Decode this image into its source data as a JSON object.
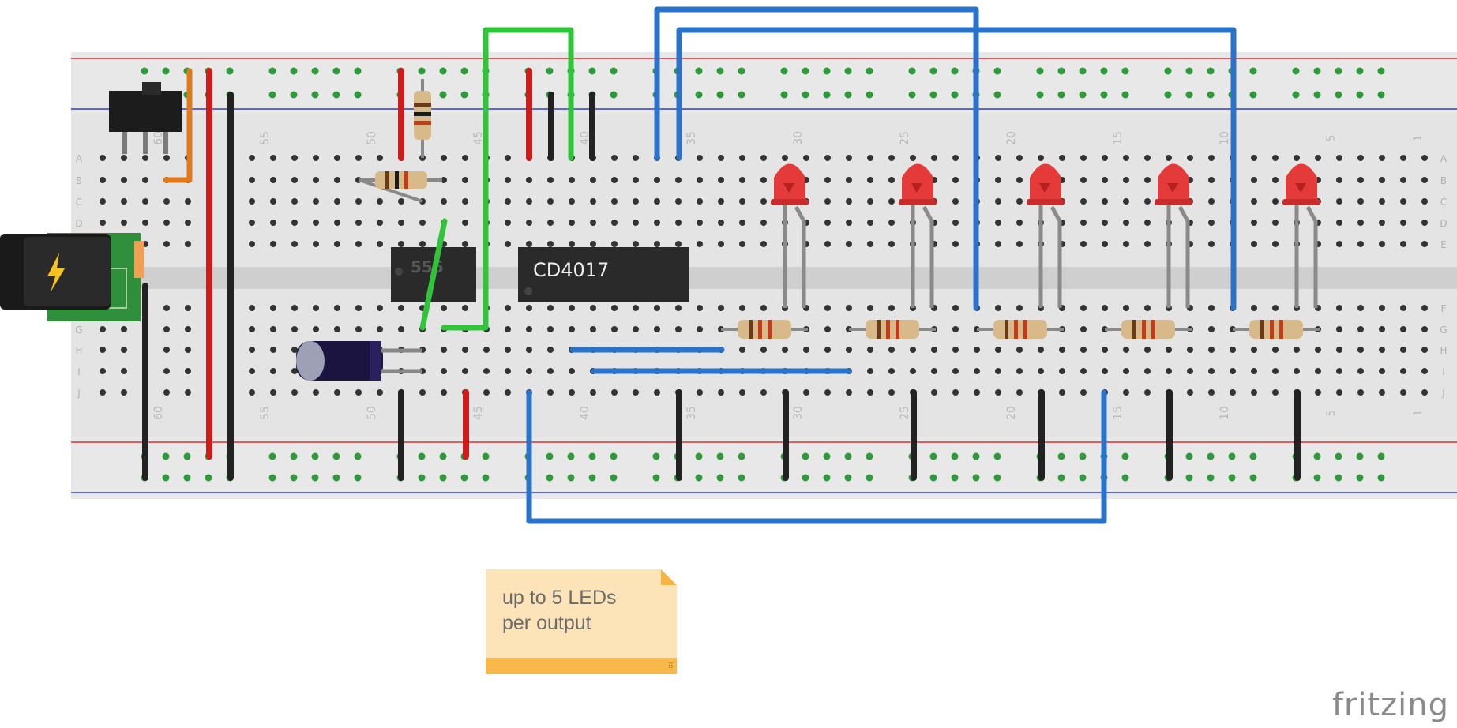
{
  "breadboard": {
    "row_letters_top": [
      "A",
      "B",
      "C",
      "D",
      "E"
    ],
    "row_letters_bottom": [
      "F",
      "G",
      "H",
      "I",
      "J"
    ],
    "column_numbers": [
      "60",
      "55",
      "50",
      "45",
      "40",
      "35",
      "30",
      "25",
      "20",
      "15",
      "10",
      "5",
      "1"
    ]
  },
  "chips": {
    "timer_label": "555",
    "counter_label": "CD4017"
  },
  "leds": {
    "count": 5,
    "color": "red"
  },
  "note": {
    "line1": "up to 5 LEDs",
    "line2": "per output"
  },
  "brand": "fritzing",
  "colors": {
    "board": "#e4e4e4",
    "wire_red": "#cc1c1c",
    "wire_black": "#222222",
    "wire_green": "#2fc43a",
    "wire_blue": "#2a73c9",
    "wire_orange": "#e07a1b",
    "led": "#e53a3a",
    "note_bg": "#fde4b8",
    "note_bar": "#f8b84a"
  }
}
